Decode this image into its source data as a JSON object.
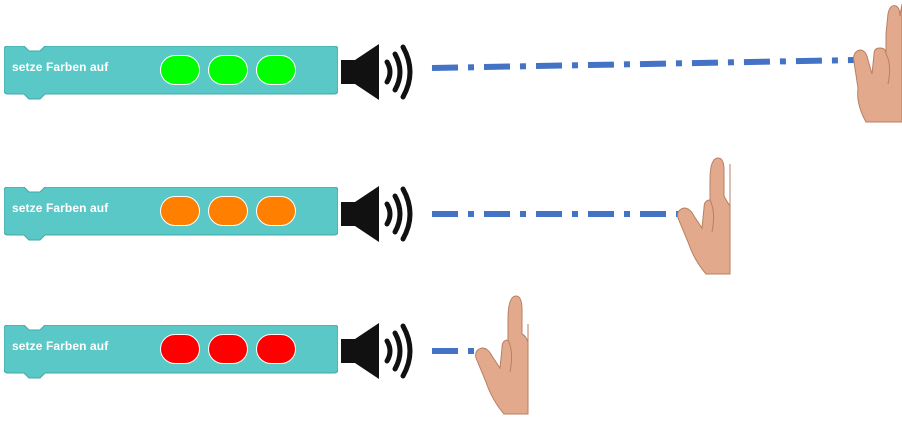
{
  "rows": [
    {
      "label": "setze Farben auf",
      "led_color": "#00ff00",
      "led_color_name": "green",
      "speaker_icon": "speaker-icon",
      "hand_icon": "hand-icon",
      "distance_level": "far"
    },
    {
      "label": "setze Farben auf",
      "led_color": "#ff8000",
      "led_color_name": "orange",
      "speaker_icon": "speaker-icon",
      "hand_icon": "hand-icon",
      "distance_level": "medium"
    },
    {
      "label": "setze Farben auf",
      "led_color": "#ff0000",
      "led_color_name": "red",
      "speaker_icon": "speaker-icon",
      "hand_icon": "hand-icon",
      "distance_level": "near"
    }
  ],
  "colors": {
    "block_fill": "#5bc8c8",
    "block_stroke": "#41a8a8",
    "beam": "#4472c4",
    "speaker": "#111111",
    "skin": "#e3a98c"
  }
}
